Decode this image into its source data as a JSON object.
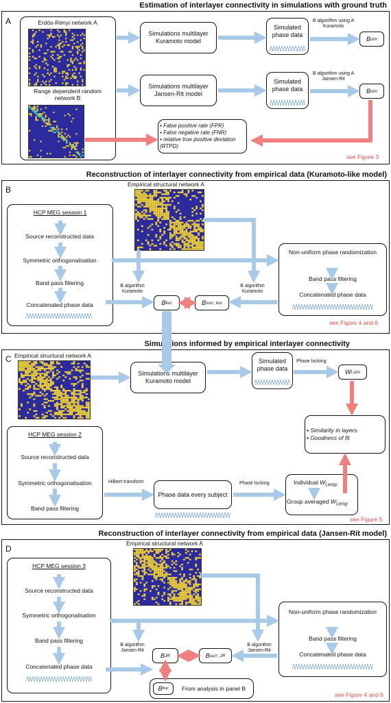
{
  "sections": {
    "a_title": "Estimation of interlayer connectivity in simulations with ground truth",
    "b_title": "Reconstruction of interlayer connectivity from empirical data (Kuramoto-like model)",
    "c_title": "Simulations informed by empirical interlayer connectivity",
    "d_title": "Reconstruction of interlayer connectivity from empirical data (Jansen-Rit model)"
  },
  "panel_a": {
    "letter": "A",
    "network_a_label": "Erdös-Rényi network A",
    "network_b_label": "Range dependent random network B",
    "sim_kuramoto": "Simulations multilayer Kuramoto model",
    "sim_jansen": "Simulations multilayer Jansen-Rit model",
    "sim_phase_1": "Simulated phase data",
    "sim_phase_2": "Simulated phase data",
    "b_alg_kur": "B algorithm using A Kuramoto",
    "b_alg_jr": "B algorithm using A Jansen-Rit",
    "bsim_1_main": "B",
    "bsim_1_sub": "sim",
    "bsim_2_main": "B",
    "bsim_2_sub": "sim",
    "metrics": [
      "False positive rate (FPR)",
      "False negative rate (FNR)",
      "relative true positive deviation (RTPD)"
    ],
    "see": "see Figure 3"
  },
  "panel_b": {
    "letter": "B",
    "empirical_label": "Empirical structural network A",
    "session": "HCP MEG session 1",
    "steps": [
      "Source reconstructed data",
      "Symmetric orthogonalisation",
      "Band pass filtering",
      "Concatenated phase data"
    ],
    "alg_left": "B algorithm Kuramoto",
    "alg_right": "B algorithm Kuramoto",
    "bkur_main": "B",
    "bkur_sub": "kur",
    "bsurr_main": "B",
    "bsurr_sub": "surr_kur",
    "right_steps": [
      "Non-uniform phase randomization",
      "Band pass filtering",
      "Concatenated phase data"
    ],
    "see": "see Figure 4 and 6"
  },
  "panel_c": {
    "letter": "C",
    "empirical_label": "Empirical structural network A",
    "sim_kuramoto": "Simulations multilayer Kuramoto model",
    "sim_phase": "Simulated phase data",
    "phase_locking_1": "Phase locking",
    "wsim_main": "W",
    "wsim_sub": "l,sim",
    "outcomes": [
      "Similarity in layers",
      "Goodness of fit"
    ],
    "session": "HCP MEG session 2",
    "steps": [
      "Source reconstructed data",
      "Symmetric orthogonalisation",
      "Band pass filtering"
    ],
    "hilbert": "Hilbert transform",
    "phase_data_every": "Phase data every subject",
    "phase_locking_2": "Phase locking",
    "individual": "Individual",
    "group": "Group averaged",
    "wemp_main": "W",
    "wemp_sub": "l,emp",
    "see": "see Figure 5"
  },
  "panel_d": {
    "letter": "D",
    "empirical_label": "Empirical structural network A",
    "session": "HCP MEG session 3",
    "steps": [
      "Source reconstructed data",
      "Symmetric orthogonalisation",
      "Band pass filtering",
      "Concatenated phase data"
    ],
    "alg_left": "B algorithm Jansen-Rit",
    "alg_right": "B algorithm Jansen-Rit",
    "bjr_main": "B",
    "bjr_sub": "JR",
    "bsurr_main": "B",
    "bsurr_sub": "surr_JR",
    "bkur_main": "B",
    "bkur_sub": "kur",
    "from_panel": "From analysis in panel B",
    "right_steps": [
      "Non-uniform phase randomization",
      "Band pass filtering",
      "Concatenated phase data"
    ],
    "see": "see Figure 4 and 6"
  },
  "colors": {
    "arrow_blue": "#a9c9e8",
    "arrow_red": "#f08080",
    "matrix_bg": "#2b2b9e",
    "matrix_dot": "#f2d232",
    "see_red": "#e34b4b"
  }
}
